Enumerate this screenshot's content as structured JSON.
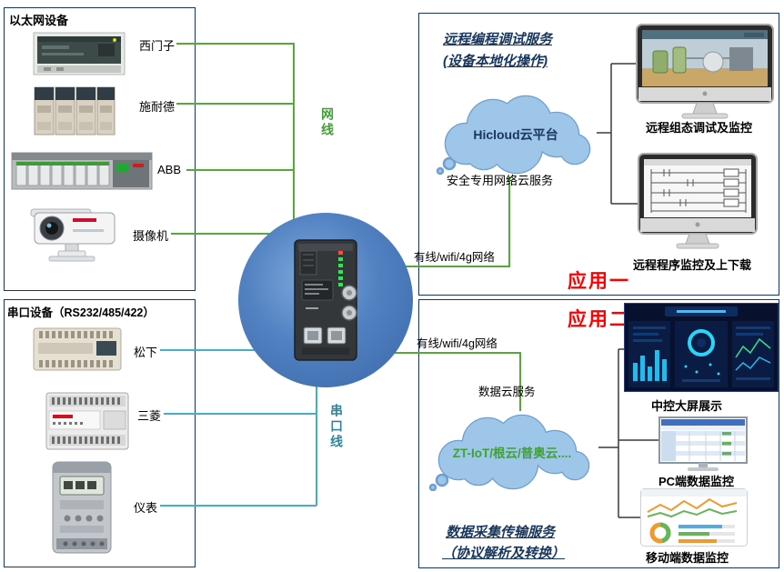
{
  "ethernet_box": {
    "title": "以太网设备",
    "devices": [
      {
        "label": "西门子"
      },
      {
        "label": "施耐德"
      },
      {
        "label": "ABB"
      },
      {
        "label": "摄像机"
      }
    ]
  },
  "serial_box": {
    "title": "串口设备（RS232/485/422）",
    "devices": [
      {
        "label": "松下"
      },
      {
        "label": "三菱"
      },
      {
        "label": "仪表"
      }
    ]
  },
  "gateway": {
    "ethernet_cable_label": "网线",
    "serial_cable_label": "串口线"
  },
  "app1": {
    "service_title": "远程编程调试服务",
    "service_subtitle": "(设备本地化操作)",
    "cloud_name": "Hicloud云平台",
    "cloud_service": "安全专用网络云服务",
    "network_label": "有线/wifi/4g网络",
    "monitor1_caption": "远程组态调试及监控",
    "monitor2_caption": "远程程序监控及上下载",
    "badge": "应用一"
  },
  "app2": {
    "badge": "应用二",
    "network_label": "有线/wifi/4g网络",
    "cloud_service": "数据云服务",
    "cloud_name": "ZT-IoT/根云/普奥云....",
    "service_title": "数据采集传输服务",
    "service_subtitle": "（协议解析及转换）",
    "screen_caption": "中控大屏展示",
    "pc_caption": "PC端数据监控",
    "mobile_caption": "移动端数据监控"
  },
  "colors": {
    "ethernet_line": "#56a839",
    "serial_line": "#45aec8",
    "badge_red": "#ff0000",
    "title_navy": "#17375e",
    "cloud_fill": "#9ec6e8",
    "green_text": "#3fa037"
  }
}
